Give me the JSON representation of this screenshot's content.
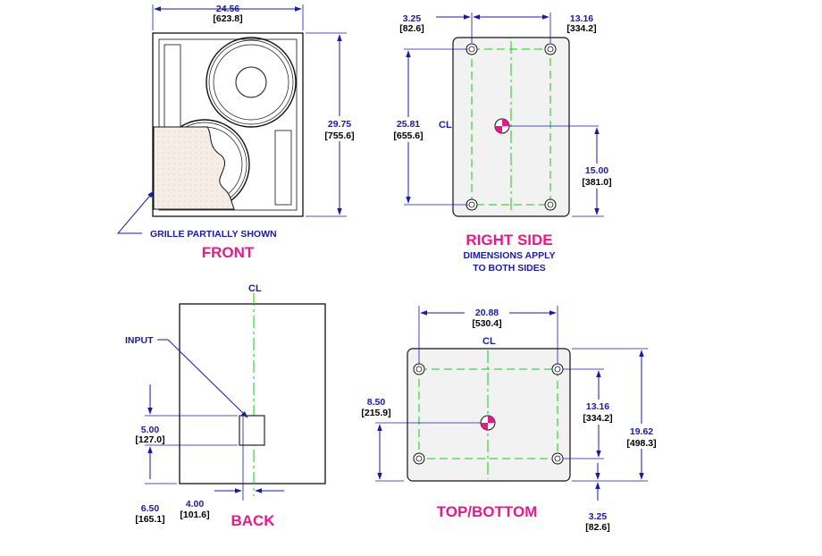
{
  "front": {
    "title": "FRONT",
    "width_in": "24.56",
    "width_mm": "[623.8]",
    "height_in": "29.75",
    "height_mm": "[755.6]",
    "grille_note": "GRILLE PARTIALLY SHOWN"
  },
  "right_side": {
    "title": "RIGHT SIDE",
    "note_line1": "DIMENSIONS APPLY",
    "note_line2": "TO BOTH SIDES",
    "cl": "CL",
    "top_left_in": "3.25",
    "top_left_mm": "[82.6]",
    "top_right_in": "13.16",
    "top_right_mm": "[334.2]",
    "height_in": "25.81",
    "height_mm": "[655.6]",
    "cg_in": "15.00",
    "cg_mm": "[381.0]"
  },
  "back": {
    "title": "BACK",
    "cl": "CL",
    "input_label": "INPUT",
    "v1_in": "5.00",
    "v1_mm": "[127.0]",
    "v2_in": "6.50",
    "v2_mm": "[165.1]",
    "h_in": "4.00",
    "h_mm": "[101.6]"
  },
  "top_bottom": {
    "title": "TOP/BOTTOM",
    "cl": "CL",
    "width_in": "20.88",
    "width_mm": "[530.4]",
    "left_in": "8.50",
    "left_mm": "[215.9]",
    "right_in": "13.16",
    "right_mm": "[334.2]",
    "depth_in": "19.62",
    "depth_mm": "[498.3]",
    "bottom_in": "3.25",
    "bottom_mm": "[82.6]"
  },
  "colors": {
    "dimension": "#1a1aa6",
    "title": "#e8198b",
    "centerline": "#11cc11"
  }
}
